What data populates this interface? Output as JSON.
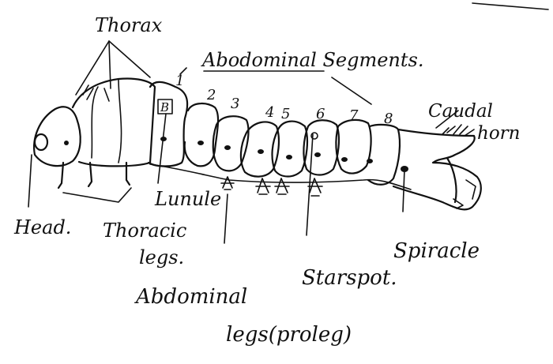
{
  "labels": {
    "thorax": "Thorax",
    "abdominal_segments": "Abodominal Segments.",
    "caudal_horn": "Caudal horn",
    "head": "Head.",
    "thoracic_legs": "Thoracic legs.",
    "lunule": "Lunule",
    "abdominal_legs": "Abdominal legs(proleg)",
    "star_spot": "Starspot.",
    "spiracle": "Spiracle"
  },
  "segment_numbers": [
    "1",
    "2",
    "3",
    "4",
    "5",
    "6",
    "7",
    "8"
  ],
  "segment_mark": "B"
}
